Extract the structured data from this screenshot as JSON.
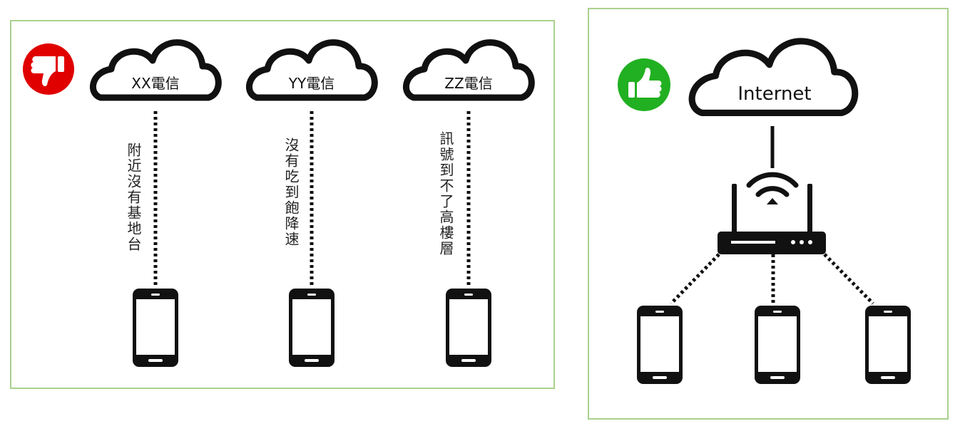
{
  "left_panel": {
    "verdict_icon": "thumbs-down-icon",
    "verdict_color": "#e00000",
    "carriers": [
      {
        "name": "XX電信",
        "reason": "附近沒有基地台"
      },
      {
        "name": "YY電信",
        "reason": "沒有吃到飽降速"
      },
      {
        "name": "ZZ電信",
        "reason": "訊號到不了高樓層"
      }
    ]
  },
  "right_panel": {
    "verdict_icon": "thumbs-up-icon",
    "verdict_color": "#21b021",
    "cloud_label": "Internet",
    "router_icon": "wifi-router-icon",
    "device_count": 3
  },
  "colors": {
    "panel_border": "#a9d18e",
    "ink": "#111111"
  }
}
